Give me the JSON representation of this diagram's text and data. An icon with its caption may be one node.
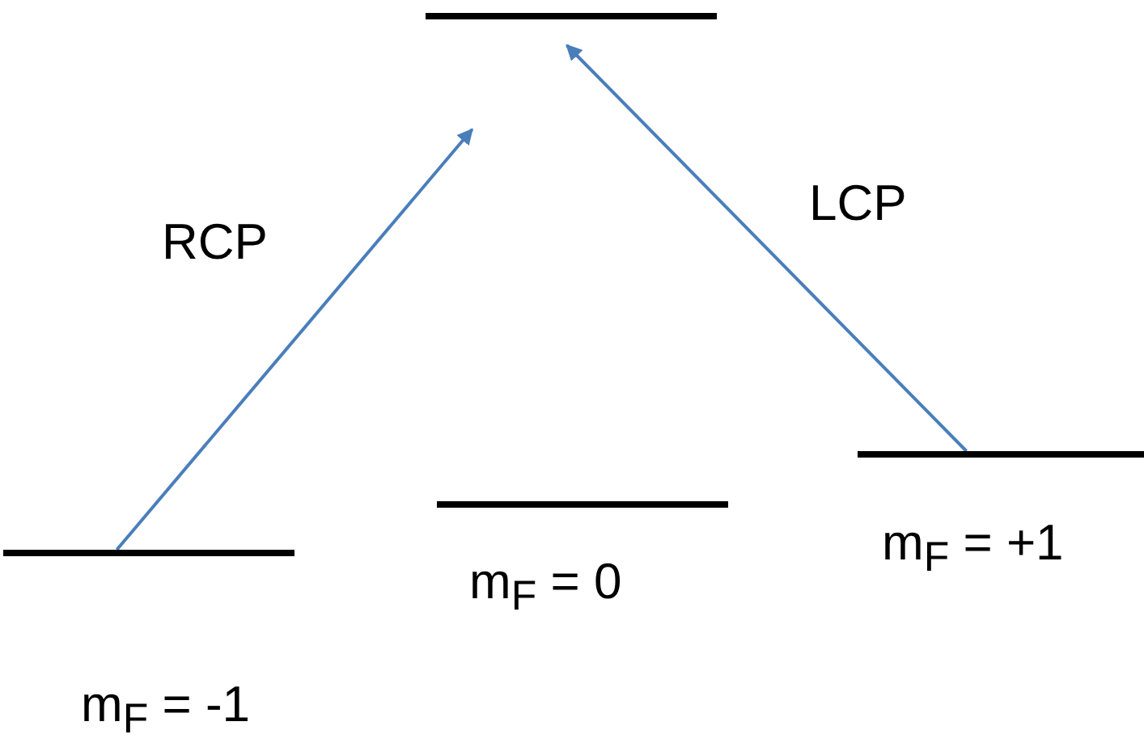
{
  "diagram": {
    "nodes": [
      {
        "text": [],
        "shape": "bar"
      },
      {
        "text": [],
        "shape": "bar",
        "beside": [
          "m$_{F}$ = -1"
        ]
      },
      {
        "text": [],
        "shape": "bar",
        "beside": [
          "m$_{F}$ = 0"
        ]
      },
      {
        "text": [],
        "shape": "bar",
        "beside": [
          "m$_{F}$ = +1"
        ]
      }
    ],
    "edges": [
      {
        "from": 1,
        "to": 0,
        "arrow": "to",
        "label": "RCP"
      },
      {
        "from": 3,
        "to": 0,
        "arrow": "to",
        "label": "LCP"
      }
    ]
  }
}
